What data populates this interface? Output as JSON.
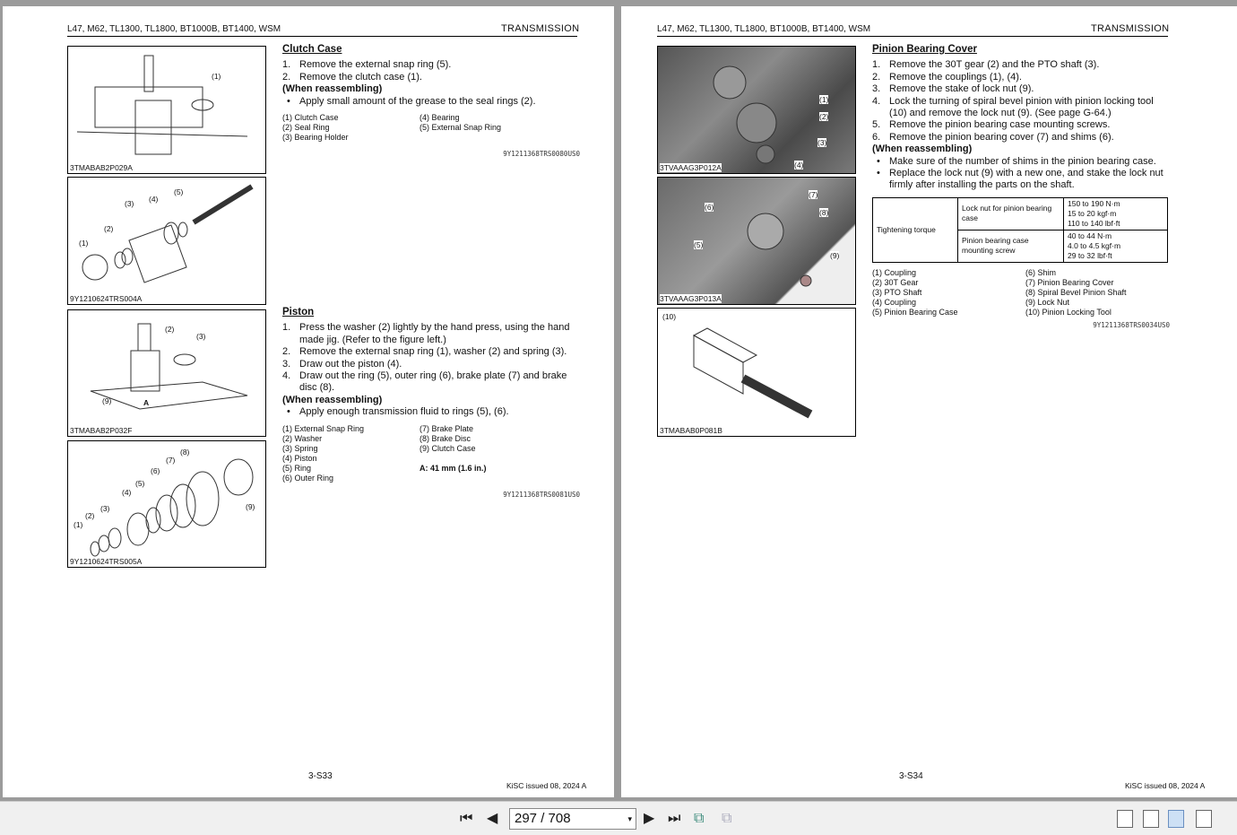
{
  "left_page": {
    "header_models": "L47, M62, TL1300, TL1800, BT1000B, BT1400, WSM",
    "header_section": "TRANSMISSION",
    "figures": [
      {
        "caption": "3TMABAB2P029A",
        "callouts": [
          "(1)"
        ]
      },
      {
        "caption": "9Y1210624TRS004A",
        "callouts": [
          "(1)",
          "(2)",
          "(3)",
          "(4)",
          "(5)"
        ]
      },
      {
        "caption": "3TMABAB2P032F",
        "callouts": [
          "(9)",
          "(2)",
          "(3)",
          "A"
        ]
      },
      {
        "caption": "9Y1210624TRS005A",
        "callouts": [
          "(1)",
          "(2)",
          "(3)",
          "(4)",
          "(5)",
          "(6)",
          "(7)",
          "(8)",
          "(9)"
        ]
      }
    ],
    "clutch_case": {
      "title": "Clutch Case",
      "steps": [
        {
          "n": "1.",
          "t": "Remove the external snap ring (5)."
        },
        {
          "n": "2.",
          "t": "Remove the clutch case (1)."
        }
      ],
      "reassembling_heading": "(When reassembling)",
      "bullets": [
        "Apply small amount of the grease to the seal rings (2)."
      ],
      "legend": [
        "(1)  Clutch Case",
        "(4)  Bearing",
        "(2)  Seal Ring",
        "(5)  External Snap Ring",
        "(3)  Bearing Holder",
        ""
      ],
      "code": "9Y1211368TRS0080US0"
    },
    "piston": {
      "title": "Piston",
      "steps": [
        {
          "n": "1.",
          "t": "Press the washer (2) lightly by the hand press, using the hand made jig. (Refer to the figure left.)"
        },
        {
          "n": "2.",
          "t": "Remove the external snap ring (1), washer (2) and spring (3)."
        },
        {
          "n": "3.",
          "t": "Draw out the piston (4)."
        },
        {
          "n": "4.",
          "t": "Draw out the ring (5), outer ring (6), brake plate (7) and brake disc (8)."
        }
      ],
      "reassembling_heading": "(When reassembling)",
      "bullets": [
        "Apply enough transmission fluid to rings (5), (6)."
      ],
      "legend": [
        "(1)  External Snap Ring",
        "(7)  Brake Plate",
        "(2)  Washer",
        "(8)  Brake Disc",
        "(3)  Spring",
        "(9)  Clutch Case",
        "(4)  Piston",
        "",
        "(5)  Ring",
        "A:   41 mm (1.6 in.)",
        "(6)  Outer Ring",
        ""
      ],
      "code": "9Y1211368TRS0081US0"
    },
    "page_number": "3-S33",
    "issued": "KiSC issued 08, 2024 A"
  },
  "right_page": {
    "header_models": "L47, M62, TL1300, TL1800, BT1000B, BT1400, WSM",
    "header_section": "TRANSMISSION",
    "figures": [
      {
        "caption": "3TVAAAG3P012A",
        "callouts": [
          "(1)",
          "(2)",
          "(3)",
          "(4)"
        ]
      },
      {
        "caption": "3TVAAAG3P013A",
        "callouts": [
          "(7)",
          "(8)",
          "(6)",
          "(5)",
          "(9)"
        ]
      },
      {
        "caption": "3TMABAB0P081B",
        "callouts": [
          "(10)"
        ]
      }
    ],
    "pinion_bearing_cover": {
      "title": "Pinion Bearing Cover",
      "steps": [
        {
          "n": "1.",
          "t": "Remove the 30T gear (2) and the PTO shaft (3)."
        },
        {
          "n": "2.",
          "t": "Remove the couplings (1), (4)."
        },
        {
          "n": "3.",
          "t": "Remove the stake of lock nut (9)."
        },
        {
          "n": "4.",
          "t": "Lock the turning of spiral bevel pinion with pinion locking tool (10) and remove the lock nut (9). (See page G-64.)"
        },
        {
          "n": "5.",
          "t": "Remove the pinion bearing case mounting screws."
        },
        {
          "n": "6.",
          "t": "Remove the pinion bearing cover (7) and shims (6)."
        }
      ],
      "reassembling_heading": "(When reassembling)",
      "bullets": [
        "Make sure of the number of shims in the pinion bearing case.",
        "Replace the lock nut (9) with a new one, and stake the lock nut firmly after installing the parts on the shaft."
      ],
      "torque_table": {
        "label": "Tightening torque",
        "rows": [
          {
            "item": "Lock nut for pinion bearing case",
            "values": [
              "150 to 190 N·m",
              "15 to 20 kgf·m",
              "110 to 140 lbf·ft"
            ]
          },
          {
            "item": "Pinion bearing case mounting screw",
            "values": [
              "40 to 44 N·m",
              "4.0 to 4.5 kgf·m",
              "29 to 32 lbf·ft"
            ]
          }
        ]
      },
      "legend": [
        "(1)  Coupling",
        "(6)  Shim",
        "(2)  30T Gear",
        "(7)  Pinion Bearing Cover",
        "(3)  PTO Shaft",
        "(8)  Spiral Bevel Pinion Shaft",
        "(4)  Coupling",
        "(9)  Lock Nut",
        "(5)  Pinion Bearing Case",
        "(10) Pinion Locking Tool"
      ],
      "code": "9Y1211368TRS0034US0"
    },
    "page_number": "3-S34",
    "issued": "KiSC issued 08, 2024 A"
  },
  "toolbar": {
    "page_indicator": "297 / 708",
    "dropdown_icon": "▾"
  }
}
